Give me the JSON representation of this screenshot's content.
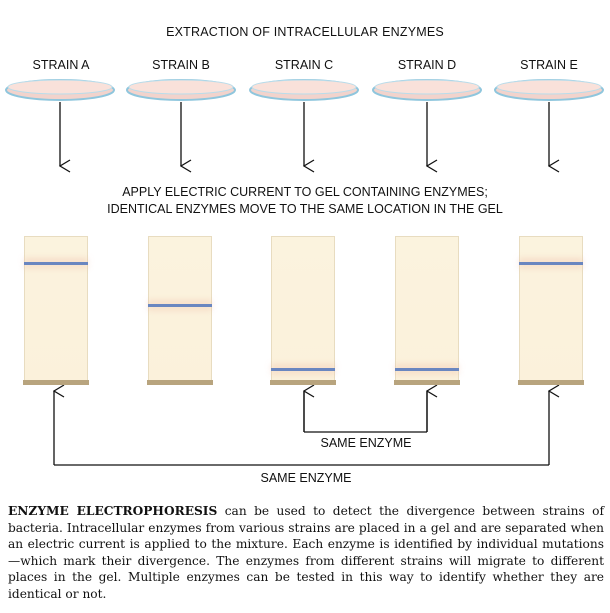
{
  "title": "EXTRACTION OF INTRACELLULAR ENZYMES",
  "strains": [
    {
      "label": "STRAIN A",
      "band_position": 0.17
    },
    {
      "label": "STRAIN B",
      "band_position": 0.46
    },
    {
      "label": "STRAIN C",
      "band_position": 0.9
    },
    {
      "label": "STRAIN D",
      "band_position": 0.9
    },
    {
      "label": "STRAIN E",
      "band_position": 0.17
    }
  ],
  "instruction_line1": "APPLY ELECTRIC CURRENT TO GEL CONTAINING ENZYMES;",
  "instruction_line2": "IDENTICAL ENZYMES MOVE TO THE SAME LOCATION IN THE GEL",
  "bracket_inner_label": "SAME ENZYME",
  "bracket_outer_label": "SAME ENZYME",
  "caption_lead": "ENZYME ELECTROPHORESIS",
  "caption_body": " can be used to detect the divergence between strains of bacteria. Intracellular enzymes from various strains are placed in a gel and are separated when an electric current is applied to the mixture. Each enzyme is identified by individual mutations—which mark their divergence. The enzymes from different strains will migrate to different places in the gel. Multiple enzymes can be tested in this way to identify whether they are identical or not.",
  "colors": {
    "gel": "#fbf2dc",
    "gel_base": "#b8a47e",
    "band": "#6a86c0",
    "dish_rim": "#8fc6dd",
    "dish_fill": "#f6c9c0"
  }
}
